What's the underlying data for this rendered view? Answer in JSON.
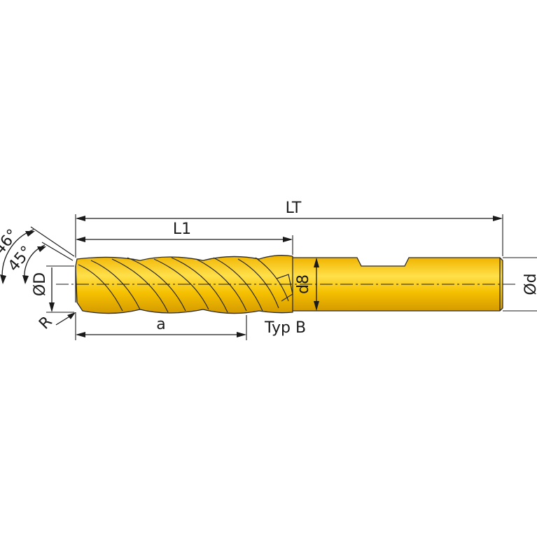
{
  "colors": {
    "tool_body": "#f5c000",
    "tool_highlight": "#ffe34d",
    "tool_shadow": "#d49a00",
    "line": "#1a1a1a"
  },
  "labels": {
    "total_length": "LT",
    "flute_length": "L1",
    "cut_length": "a",
    "neck_diameter": "d8",
    "shank_diameter": "Ød",
    "cutting_diameter": "ØD",
    "corner_radius": "R",
    "angle_outer": "46°",
    "angle_inner": "45°",
    "type": "Typ B"
  }
}
